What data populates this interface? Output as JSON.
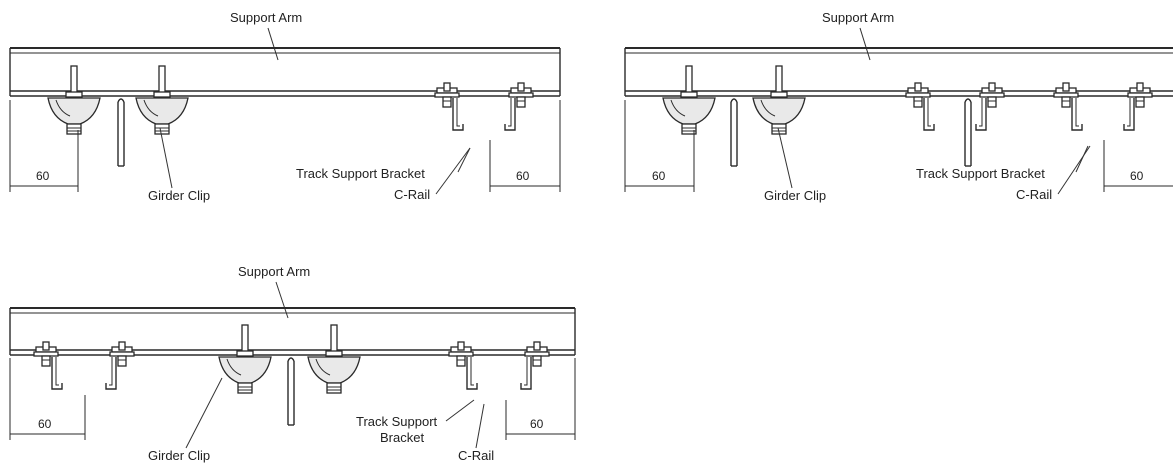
{
  "labels": {
    "support_arm": "Support Arm",
    "girder_clip": "Girder Clip",
    "track_support_bracket": "Track Support Bracket",
    "track_support": "Track Support",
    "bracket": "Bracket",
    "c_rail": "C-Rail",
    "dimension": "60"
  },
  "colors": {
    "line": "#2a2a2a",
    "background": "#ffffff"
  }
}
